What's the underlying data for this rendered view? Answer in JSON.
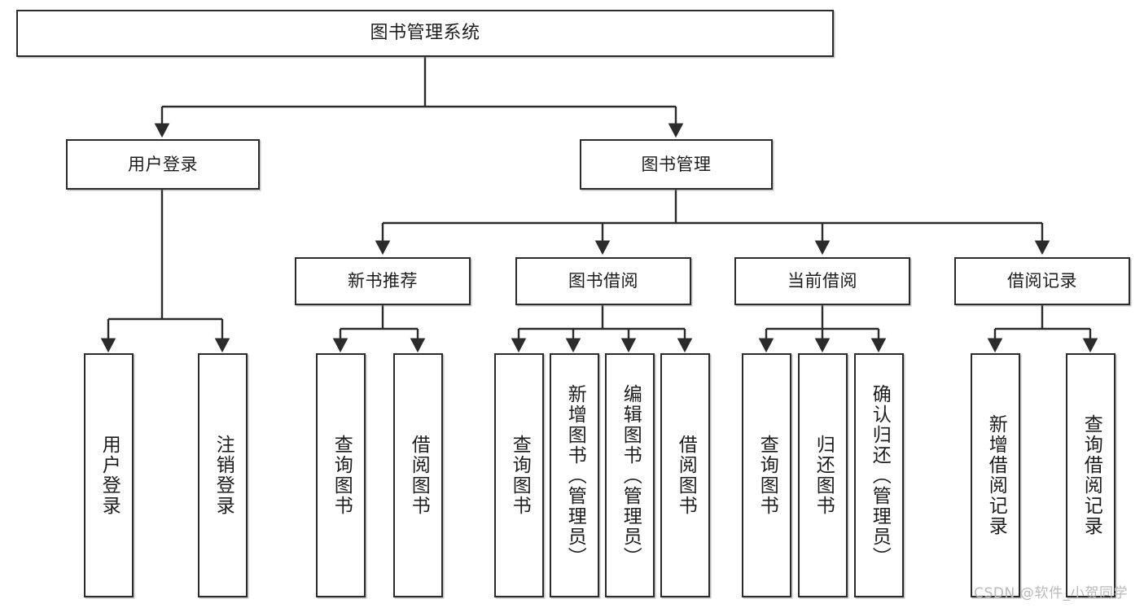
{
  "diagram": {
    "type": "tree-hierarchy",
    "title": "图书管理系统",
    "watermark": "CSDN @软件_小贺同学",
    "colors": {
      "box_border": "#2b2b2b",
      "box_fill": "#ffffff",
      "connector": "#2b2b2b",
      "text": "#1d1d1d",
      "watermark": "#b9b9b9"
    },
    "root": {
      "label": "图书管理系统"
    },
    "level2": [
      {
        "label": "用户登录"
      },
      {
        "label": "图书管理"
      }
    ],
    "level3": [
      {
        "label": "新书推荐"
      },
      {
        "label": "图书借阅"
      },
      {
        "label": "当前借阅"
      },
      {
        "label": "借阅记录"
      }
    ],
    "leaves": {
      "user_login": [
        {
          "label": "用户登录"
        },
        {
          "label": "注销登录"
        }
      ],
      "new_book_recommend": [
        {
          "label": "查询图书"
        },
        {
          "label": "借阅图书"
        }
      ],
      "book_borrow": [
        {
          "label": "查询图书"
        },
        {
          "label": "新增图书（管理员）"
        },
        {
          "label": "编辑图书（管理员）"
        },
        {
          "label": "借阅图书"
        }
      ],
      "current_borrow": [
        {
          "label": "查询图书"
        },
        {
          "label": "归还图书"
        },
        {
          "label": "确认归还（管理员）"
        }
      ],
      "borrow_record": [
        {
          "label": "新增借阅记录"
        },
        {
          "label": "查询借阅记录"
        }
      ]
    }
  }
}
